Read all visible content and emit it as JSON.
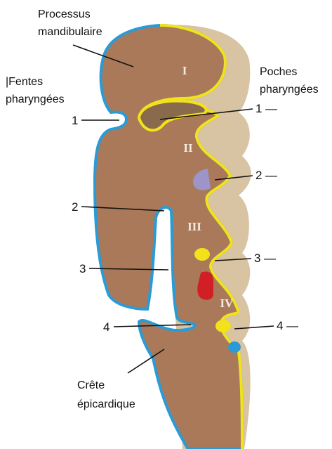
{
  "labels": {
    "processus_line1": "Processus",
    "processus_line2": "mandibulaire",
    "fentes_line1": "|Fentes",
    "fentes_line2": "pharyngées",
    "poches_line1": "Poches",
    "poches_line2": "pharyngées",
    "crete_line1": "Crête",
    "crete_line2": "épicardique"
  },
  "arches": [
    "I",
    "II",
    "III",
    "IV"
  ],
  "clefts": [
    "1",
    "2",
    "3",
    "4"
  ],
  "pouches": [
    {
      "num": "1",
      "dash": "—"
    },
    {
      "num": "2",
      "dash": "—"
    },
    {
      "num": "3",
      "dash": "—"
    },
    {
      "num": "4",
      "dash": "—"
    }
  ],
  "colors": {
    "mesenchyme": "#a9795a",
    "side_face": "#d8c3a2",
    "ectoderm": "#2a9bd6",
    "endoderm": "#f2e21b",
    "pouch_cavity": "#b9a384",
    "purple_structure": "#9d94c8",
    "red_structure": "#d01f25"
  }
}
